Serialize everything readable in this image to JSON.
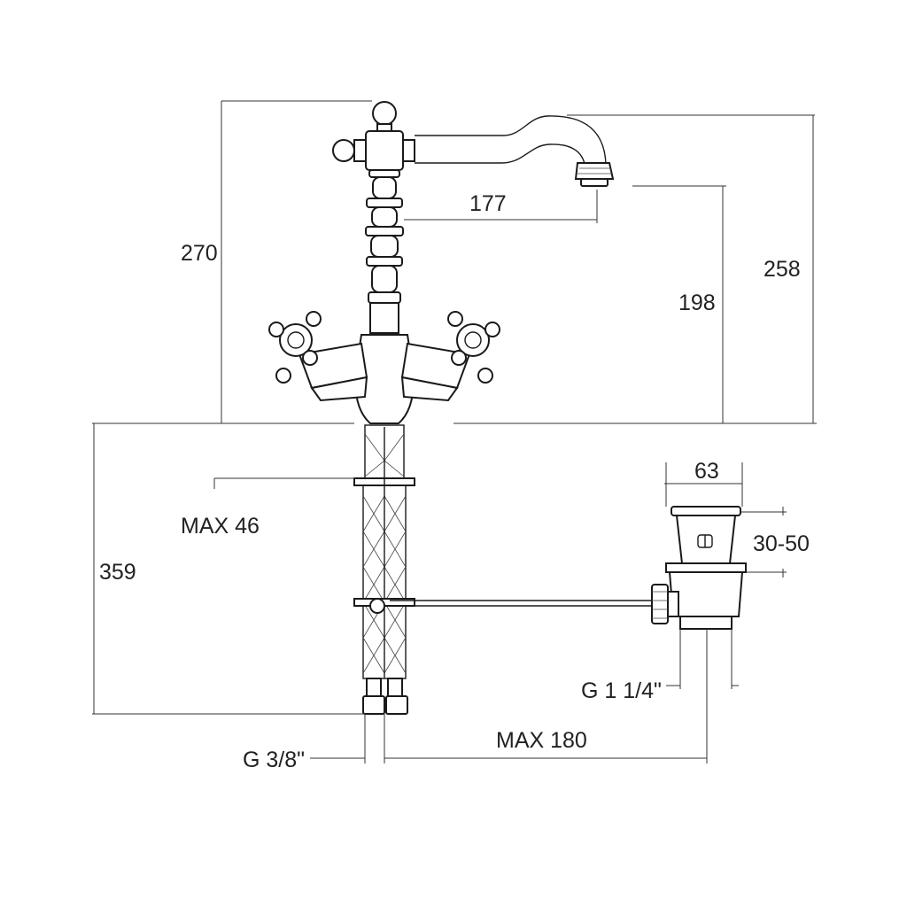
{
  "dimensions": {
    "overall_height": "270",
    "spout_reach": "177",
    "spout_outlet_height": "198",
    "spout_top_height": "258",
    "max_deck_thickness": "MAX 46",
    "hose_length": "359",
    "waste_diameter": "63",
    "waste_range": "30-50",
    "waste_thread": "G 1 1/4\"",
    "inlet_thread": "G 3/8\"",
    "rod_length": "MAX 180"
  },
  "colors": {
    "line": "#1a1a1a",
    "text": "#222222",
    "background": "#ffffff"
  }
}
